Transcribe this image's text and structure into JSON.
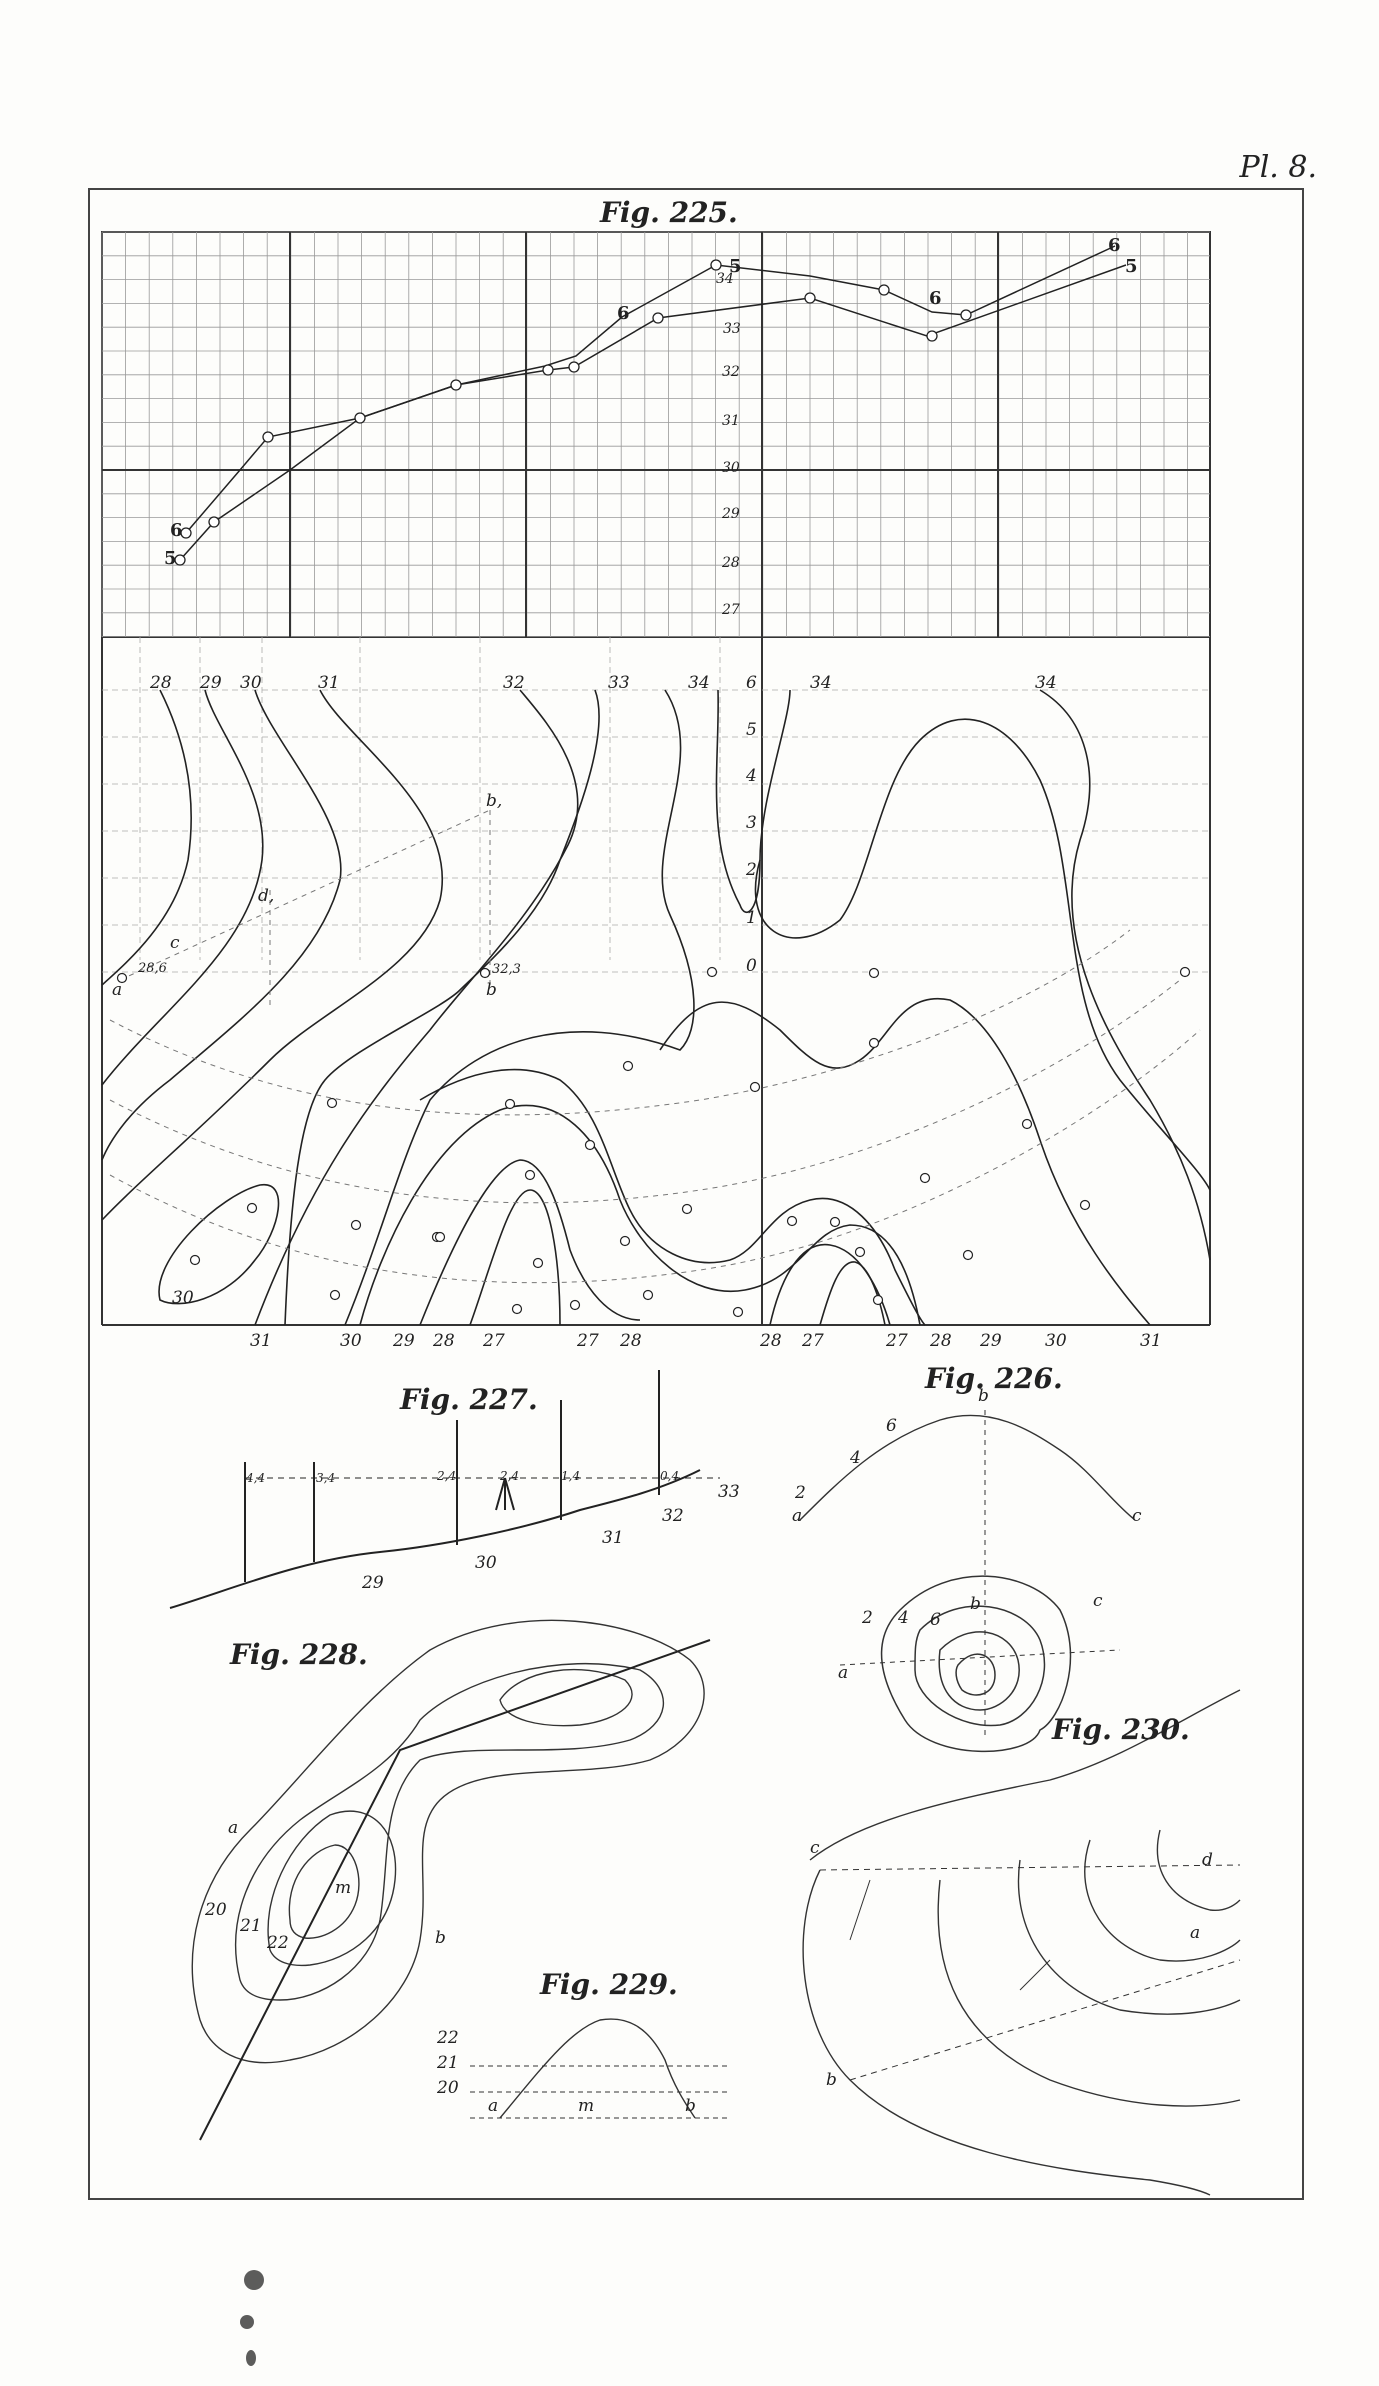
{
  "plate": {
    "label": "Pl. 8."
  },
  "fig225": {
    "title": "Fig. 225.",
    "profile_right_labels": [
      "34",
      "33",
      "32",
      "31",
      "30",
      "29",
      "28",
      "27"
    ],
    "profile_series_markers": [
      "6",
      "5",
      "6",
      "5",
      "6",
      "5",
      "6"
    ],
    "top_contour_labels": [
      "28",
      "29",
      "30",
      "31",
      "32",
      "33",
      "34",
      "34",
      "34"
    ],
    "vertical_scale": [
      "6",
      "5",
      "4",
      "3",
      "2",
      "1",
      "0"
    ],
    "bottom_contour_labels": [
      "31",
      "30",
      "29",
      "28",
      "27",
      "27",
      "28",
      "28",
      "27",
      "27",
      "28",
      "29",
      "30",
      "31"
    ],
    "point_labels": {
      "a": "a",
      "c": "c",
      "d": "d,",
      "b_top": "b,",
      "b": "b",
      "v_a": "28,6",
      "v_b": "32,3",
      "low": "30"
    }
  },
  "fig227": {
    "title": "Fig. 227.",
    "pole_values": [
      "4,4",
      "3,4",
      "2,4",
      "2,4",
      "1,4",
      "0,4"
    ],
    "ground_labels": [
      "29",
      "30",
      "31",
      "32",
      "33"
    ]
  },
  "fig226": {
    "title": "Fig. 226.",
    "profile_labels": {
      "b": "b",
      "six": "6",
      "four": "4",
      "two": "2",
      "a": "a",
      "c": "c"
    },
    "plan_labels": {
      "b": "b",
      "c": "c",
      "a": "a",
      "two": "2",
      "four": "4",
      "six": "6"
    }
  },
  "fig228": {
    "title": "Fig. 228.",
    "labels": {
      "a": "a",
      "b": "b",
      "m": "m",
      "n20": "20",
      "n21": "21",
      "n22": "22"
    }
  },
  "fig229": {
    "title": "Fig. 229.",
    "levels": [
      "22",
      "21",
      "20"
    ],
    "points": {
      "a": "a",
      "m": "m",
      "b": "b"
    }
  },
  "fig230": {
    "title": "Fig. 230.",
    "labels": {
      "c": "c",
      "d": "d",
      "a": "a",
      "b": "b"
    }
  }
}
